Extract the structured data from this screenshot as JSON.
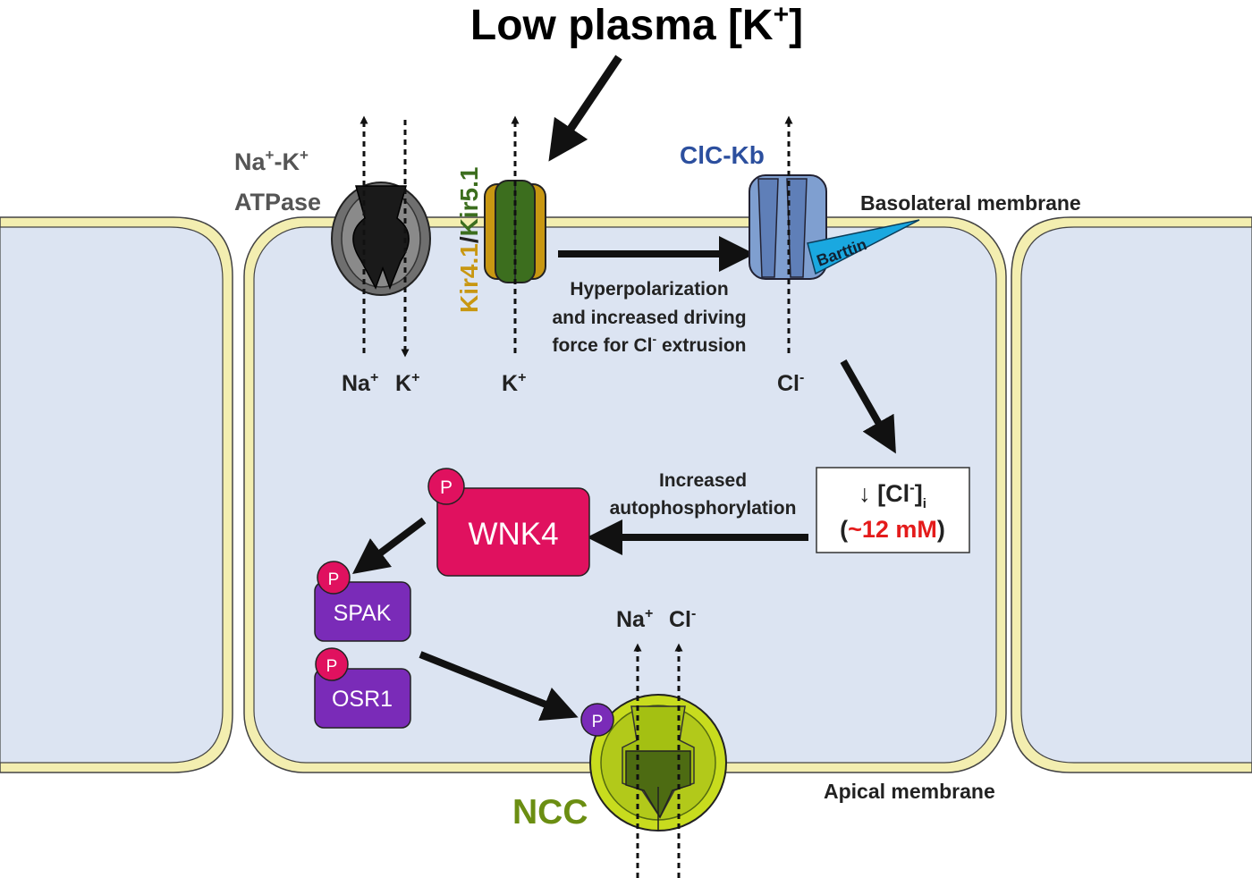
{
  "title": {
    "main": "Low plasma [K",
    "sup": "+",
    "end": "]"
  },
  "pump": {
    "line1a": "Na",
    "line1sup1": "+",
    "line1b": "-K",
    "line1sup2": "+",
    "line2": "ATPase"
  },
  "kir": {
    "kir41": "Kir4.1",
    "sep": "/",
    "kir51": "Kir5.1"
  },
  "clc": {
    "label": "ClC-Kb",
    "barttin": "Barttin"
  },
  "membranes": {
    "basolateral": "Basolateral membrane",
    "apical": "Apical membrane"
  },
  "hyper": {
    "line1": "Hyperpolarization",
    "line2": "and increased driving",
    "line3a": "force for Cl",
    "line3sup": "-",
    "line3b": " extrusion"
  },
  "ions": {
    "na": "Na",
    "na_sup": "+",
    "k1": "K",
    "k1_sup": "+",
    "k2": "K",
    "k2_sup": "+",
    "cl": "Cl",
    "cl_sup": "-",
    "ncc_na": "Na",
    "ncc_na_sup": "+",
    "ncc_cl": "Cl",
    "ncc_cl_sup": "-"
  },
  "cl_box": {
    "arrow": "↓",
    "open": "[Cl",
    "sup": "-",
    "close": "]",
    "sub": "i",
    "paren_open": "(",
    "value": "~12 mM",
    "paren_close": ")"
  },
  "autophos": {
    "line1": "Increased",
    "line2": "autophosphorylation"
  },
  "kinases": {
    "wnk4": "WNK4",
    "spak": "SPAK",
    "osr1": "OSR1",
    "p": "P"
  },
  "ncc": {
    "label": "NCC"
  },
  "colors": {
    "cell_fill": "#dce4f2",
    "membrane": "#f3eeb0",
    "cell_outline": "#3a3a3a",
    "wnk4": "#e0115f",
    "kinase_purple": "#7a2bb8",
    "ncc_lime": "#c8dc1e",
    "ncc_dark": "#4d6b12",
    "kir_gold": "#c89712",
    "kir_green": "#3c6e1e",
    "clc_blue": "#7f9fd0",
    "clc_label": "#2c4f9e",
    "barttin": "#1aa8e0",
    "red_value": "#e41b1b",
    "ncc_label": "#6b8e12"
  }
}
